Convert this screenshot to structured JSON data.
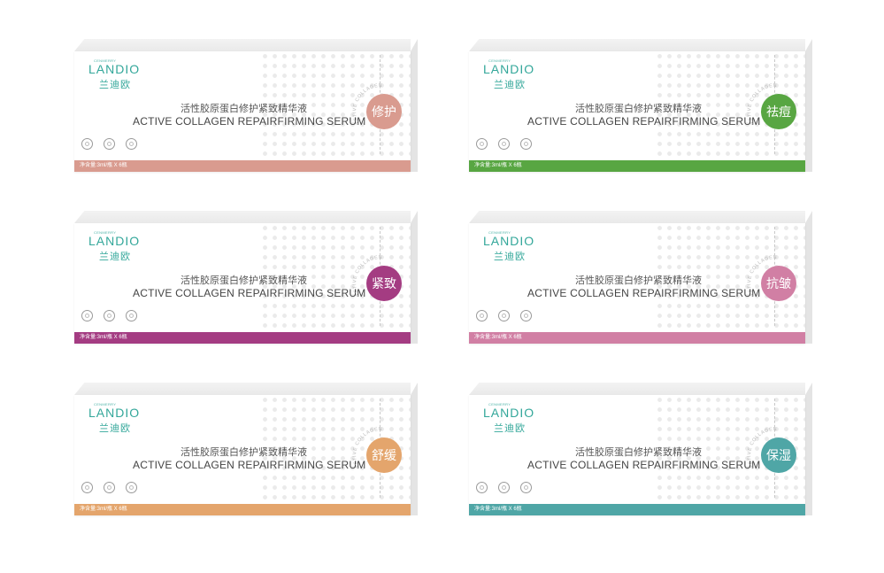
{
  "boxes": [
    {
      "brand_tiny": "CENMERRY",
      "brand_latin": "LANDIO",
      "brand_cn": "兰迪欧",
      "title_cn": "活性胶原蛋白修护紧致精华液",
      "title_en": "ACTIVE COLLAGEN REPAIRFIRMING SERUM",
      "badge": "修护",
      "arc": "ACTIVE COLLAGEN",
      "net": "净含量:3ml/瓶 X 6瓶",
      "color": "#d99b8f"
    },
    {
      "brand_tiny": "CENMERRY",
      "brand_latin": "LANDIO",
      "brand_cn": "兰迪欧",
      "title_cn": "活性胶原蛋白修护紧致精华液",
      "title_en": "ACTIVE COLLAGEN REPAIRFIRMING SERUM",
      "badge": "祛痘",
      "arc": "ACTIVE COLLAGEN",
      "net": "净含量:3ml/瓶 X 6瓶",
      "color": "#58a642"
    },
    {
      "brand_tiny": "CENMERRY",
      "brand_latin": "LANDIO",
      "brand_cn": "兰迪欧",
      "title_cn": "活性胶原蛋白修护紧致精华液",
      "title_en": "ACTIVE COLLAGEN REPAIRFIRMING SERUM",
      "badge": "紧致",
      "arc": "ACTIVE COLLAGEN",
      "net": "净含量:3ml/瓶 X 6瓶",
      "color": "#a43c82"
    },
    {
      "brand_tiny": "CENMERRY",
      "brand_latin": "LANDIO",
      "brand_cn": "兰迪欧",
      "title_cn": "活性胶原蛋白修护紧致精华液",
      "title_en": "ACTIVE COLLAGEN REPAIRFIRMING SERUM",
      "badge": "抗皱",
      "arc": "ACTIVE COLLAGEN",
      "net": "净含量:3ml/瓶 X 6瓶",
      "color": "#d17fa4"
    },
    {
      "brand_tiny": "CENMERRY",
      "brand_latin": "LANDIO",
      "brand_cn": "兰迪欧",
      "title_cn": "活性胶原蛋白修护紧致精华液",
      "title_en": "ACTIVE COLLAGEN REPAIRFIRMING SERUM",
      "badge": "舒缓",
      "arc": "ACTIVE COLLAGEN",
      "net": "净含量:3ml/瓶 X 6瓶",
      "color": "#e4a56c"
    },
    {
      "brand_tiny": "CENMERRY",
      "brand_latin": "LANDIO",
      "brand_cn": "兰迪欧",
      "title_cn": "活性胶原蛋白修护紧致精华液",
      "title_en": "ACTIVE COLLAGEN REPAIRFIRMING SERUM",
      "badge": "保湿",
      "arc": "ACTIVE COLLAGEN",
      "net": "净含量:3ml/瓶 X 6瓶",
      "color": "#4fa6a6"
    }
  ]
}
